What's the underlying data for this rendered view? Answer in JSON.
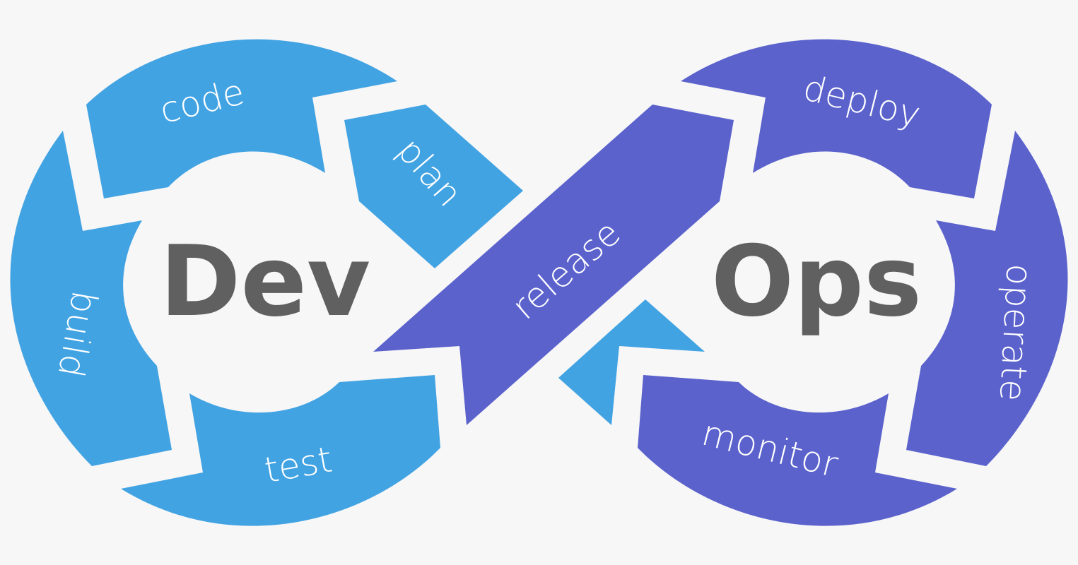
{
  "center": {
    "left": "Dev",
    "right": "Ops"
  },
  "stages": {
    "code": "code",
    "plan": "plan",
    "build": "build",
    "test": "test",
    "release": "release",
    "deploy": "deploy",
    "operate": "operate",
    "monitor": "monitor"
  },
  "colors": {
    "dev": "#42a3e3",
    "ops": "#5b62cc",
    "hub_text": "#606060",
    "background": "#f7f7f7"
  }
}
